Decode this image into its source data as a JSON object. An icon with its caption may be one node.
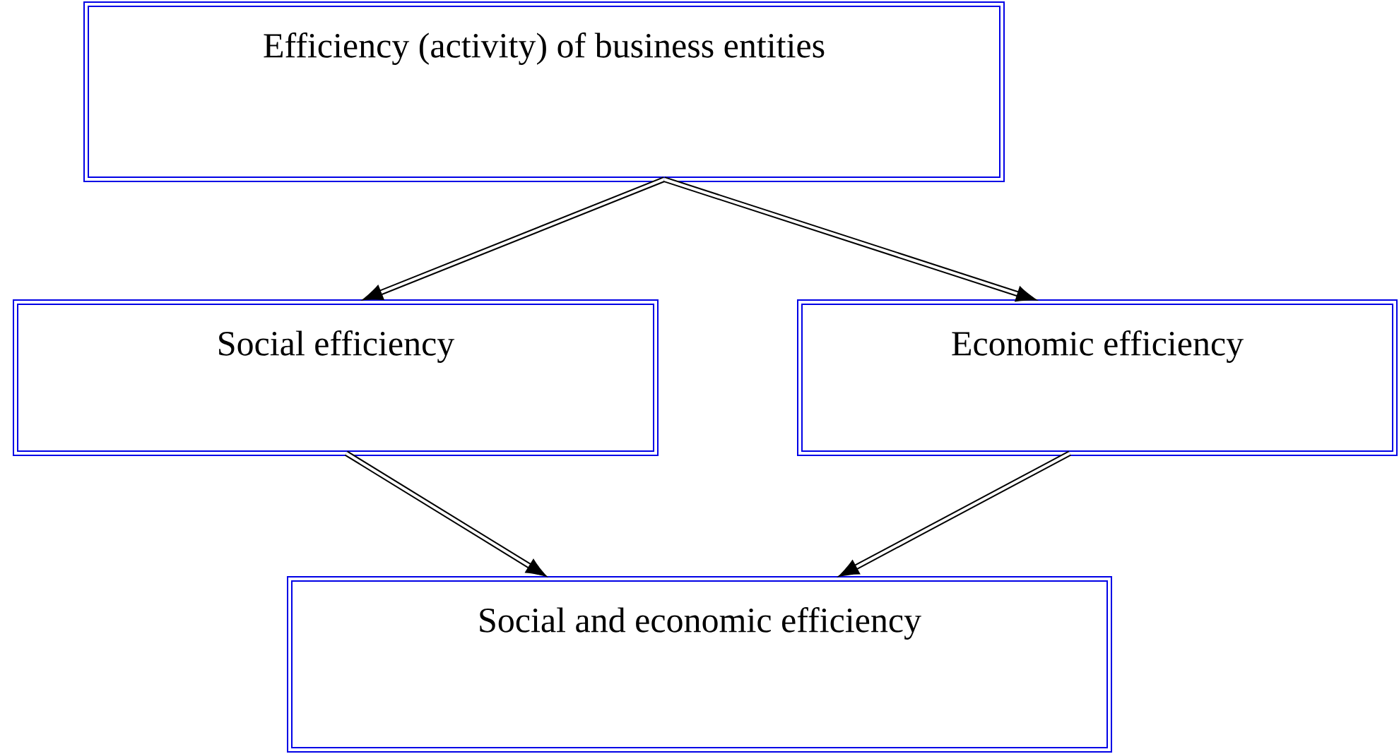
{
  "diagram": {
    "nodes": [
      {
        "text": [
          "Efficiency (activity) of business entities"
        ]
      },
      {
        "text": [
          "Social efficiency"
        ]
      },
      {
        "text": [
          "Economic efficiency"
        ]
      },
      {
        "text": [
          "Social and economic efficiency"
        ]
      }
    ],
    "edges": [
      {
        "from": 0,
        "to": 1,
        "arrow": "to"
      },
      {
        "from": 0,
        "to": 2,
        "arrow": "to"
      },
      {
        "from": 1,
        "to": 3,
        "arrow": "to"
      },
      {
        "from": 2,
        "to": 3,
        "arrow": "to"
      }
    ]
  }
}
